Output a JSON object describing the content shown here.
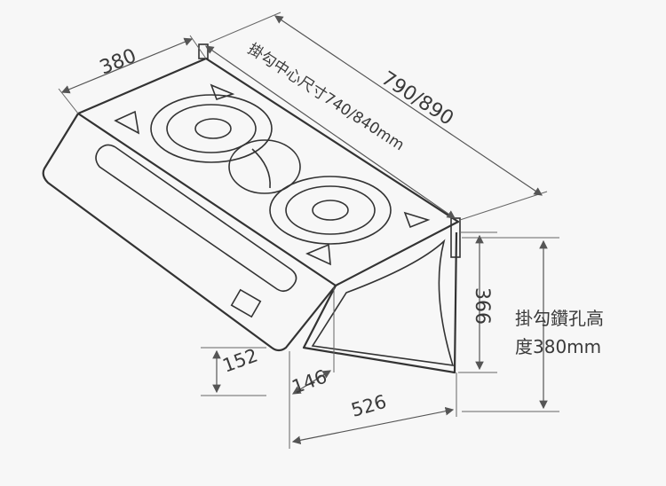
{
  "dimensions": {
    "depth": "380",
    "width": "790/890",
    "hook_center": "掛勾中心尺寸740/840mm",
    "height": "366",
    "front_height": "152",
    "front_depth": "146",
    "bottom_depth": "526"
  },
  "note": {
    "line1": "掛勾鑽孔高",
    "line2": "度380mm"
  },
  "colors": {
    "line": "#333333",
    "text": "#3a3a3a",
    "background": "#f7f7f7"
  }
}
